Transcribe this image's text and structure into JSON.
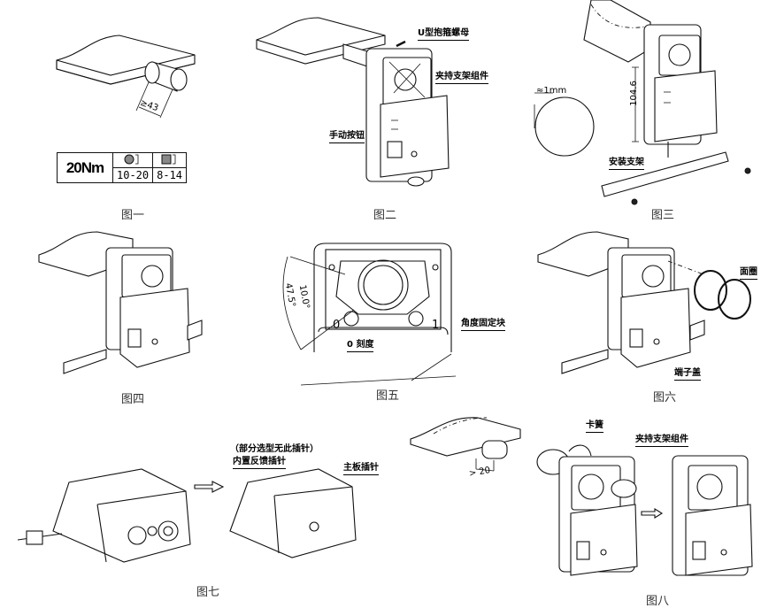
{
  "figures": [
    {
      "id": "fig1",
      "caption": "图一",
      "dimension": "≥43",
      "torque_table": {
        "torque": "20Nm",
        "round_shaft_icon": "round-shaft-icon",
        "square_shaft_icon": "square-shaft-icon",
        "round_shaft_range": "10-20",
        "square_shaft_range": "8-14"
      }
    },
    {
      "id": "fig2",
      "caption": "图二",
      "labels": {
        "u_bolt_nut": "U型抱箍螺母",
        "clamp_bracket": "夹持支架组件",
        "manual_button": "手动按钮"
      }
    },
    {
      "id": "fig3",
      "caption": "图三",
      "dimension_gap": "≈1mm",
      "dimension_height": "104.6",
      "labels": {
        "mounting_bracket": "安装支架"
      }
    },
    {
      "id": "fig4",
      "caption": "图四"
    },
    {
      "id": "fig5",
      "caption": "图五",
      "angle_outer": "47.5°",
      "angle_inner": "10.0°",
      "scale_left": "0",
      "scale_right": "1",
      "labels": {
        "zero_scale": "0 刻度",
        "angle_lock_block": "角度固定块"
      }
    },
    {
      "id": "fig6",
      "caption": "图六",
      "labels": {
        "face_ring": "面圈",
        "terminal_cover": "端子盖"
      }
    },
    {
      "id": "fig7",
      "caption": "图七",
      "labels": {
        "note": "（部分选型无此插针）",
        "feedback_pins": "内置反馈插针",
        "mainboard_pins": "主板插针"
      }
    },
    {
      "id": "fig8",
      "caption": "图八",
      "dimension": "> 20",
      "labels": {
        "retaining_clip": "卡簧",
        "clamp_bracket": "夹持支架组件"
      }
    }
  ]
}
